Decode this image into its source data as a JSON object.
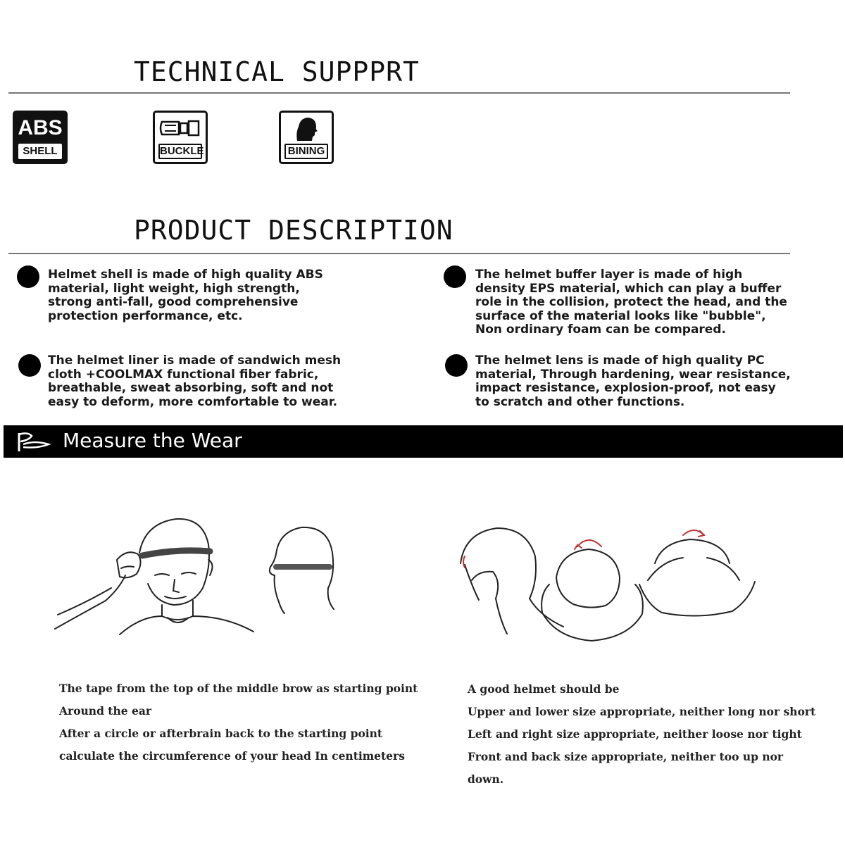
{
  "technical": {
    "heading": "TECHNICAL SUPPPRT",
    "badges": [
      {
        "icon": "abs-shell-icon",
        "top_text": "ABS",
        "label": "SHELL"
      },
      {
        "icon": "buckle-icon",
        "label": "BUCKLE"
      },
      {
        "icon": "head-silhouette-icon",
        "label": "BINING"
      }
    ]
  },
  "product": {
    "heading": "PRODUCT DESCRIPTION",
    "items": [
      {
        "text": "Helmet shell is made of high quality ABS material, light weight, high strength, strong anti-fall, good comprehensive protection performance, etc."
      },
      {
        "text": "The helmet buffer layer is made of high density EPS material, which can play a buffer role in the collision, protect the head, and the surface of the material looks like \"bubble\",  Non ordinary foam can be compared."
      },
      {
        "text": "The helmet liner is made of sandwich mesh cloth +COOLMAX functional fiber fabric, breathable, sweat absorbing, soft and not easy to deform, more comfortable to wear."
      },
      {
        "text": "The helmet lens is made of high quality PC material, Through hardening, wear resistance, impact resistance, explosion-proof, not easy to scratch and other functions."
      }
    ]
  },
  "measure": {
    "title": "Measure the Wear",
    "icon": "pennant-flag-icon",
    "left_notes": [
      "The tape from the top of the middle brow as starting point",
      "Around the ear",
      "After a circle or afterbrain back to the starting point",
      "calculate the circumference of your head In centimeters"
    ],
    "right_notes": [
      "A good helmet should be",
      "Upper and lower size appropriate, neither long nor short",
      "Left and right size appropriate, neither loose nor tight",
      "Front and back size appropriate, neither too up nor down."
    ]
  }
}
